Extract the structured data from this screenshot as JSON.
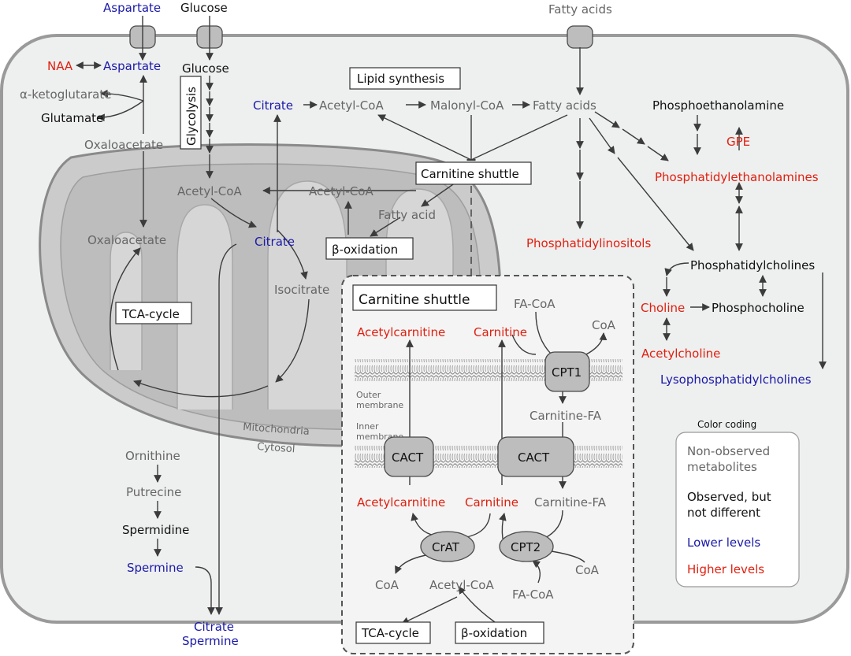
{
  "labels": {
    "aspartate_top": "Aspartate",
    "glucose_top": "Glucose",
    "fatty_acids_top": "Fatty acids",
    "naa": "NAA",
    "aspartate": "Aspartate",
    "glucose": "Glucose",
    "alpha_kg": "α-ketoglutarate",
    "glutamate": "Glutamate",
    "oxaloacetate_cyt": "Oxaloacetate",
    "glycolysis": "Glycolysis",
    "lipid_synthesis": "Lipid synthesis",
    "citrate_cyt": "Citrate",
    "acetyl_coa_cyt": "Acetyl-CoA",
    "malonyl_coa": "Malonyl-CoA",
    "fatty_acids_cyt": "Fatty acids",
    "carnitine_shuttle_main": "Carnitine shuttle",
    "acetyl_coa_mito1": "Acetyl-CoA",
    "acetyl_coa_mito2": "Acetyl-CoA",
    "fatty_acid_mito": "Fatty acid",
    "beta_ox_main": "β-oxidation",
    "oxaloacetate_mito": "Oxaloacetate",
    "citrate_mito": "Citrate",
    "isocitrate": "Isocitrate",
    "tca_cycle_main": "TCA-cycle",
    "mitochondria": "Mitochondria",
    "cytosol": "Cytosol",
    "ornithine": "Ornithine",
    "putrecine": "Putrecine",
    "spermidine": "Spermidine",
    "spermine": "Spermine",
    "citrate_bottom": "Citrate",
    "spermine_bottom": "Spermine",
    "phosphoethanolamine": "Phosphoethanolamine",
    "gpe": "GPE",
    "phosphatidylethanolamines": "Phosphatidylethanolamines",
    "phosphatidylinositols": "Phosphatidylinositols",
    "phosphatidylcholines": "Phosphatidylcholines",
    "choline": "Choline",
    "phosphocholine": "Phosphocholine",
    "acetylcholine": "Acetylcholine",
    "lysophosphatidylcholines": "Lysophosphatidylcholines"
  },
  "inset": {
    "title": "Carnitine shuttle",
    "fa_coa_top": "FA-CoA",
    "coa_top": "CoA",
    "acetylcarnitine_top": "Acetylcarnitine",
    "carnitine_top": "Carnitine",
    "cpt1": "CPT1",
    "outer_membrane_1": "Outer",
    "outer_membrane_2": "membrane",
    "carnitine_fa_1": "Carnitine-FA",
    "inner_membrane_1": "Inner",
    "inner_membrane_2": "membrane",
    "cact_1": "CACT",
    "cact_2": "CACT",
    "acetylcarnitine_bottom": "Acetylcarnitine",
    "carnitine_bottom": "Carnitine",
    "carnitine_fa_2": "Carnitine-FA",
    "crat": "CrAT",
    "cpt2": "CPT2",
    "coa_left": "CoA",
    "coa_right": "CoA",
    "acetyl_coa": "Acetyl-CoA",
    "fa_coa_bottom": "FA-CoA",
    "tca_cycle": "TCA-cycle",
    "beta_oxidation": "β-oxidation"
  },
  "legend": {
    "title": "Color coding",
    "non_observed_1": "Non-observed",
    "non_observed_2": "metabolites",
    "observed_1": "Observed, but",
    "observed_2": "not different",
    "lower": "Lower levels",
    "higher": "Higher levels"
  },
  "colors": {
    "non_observed": "#666666",
    "observed": "#111111",
    "lower": "#1a1aa8",
    "higher": "#e0200f",
    "cell": "#eeefef",
    "mitochondrion": "#cbcbcb"
  }
}
